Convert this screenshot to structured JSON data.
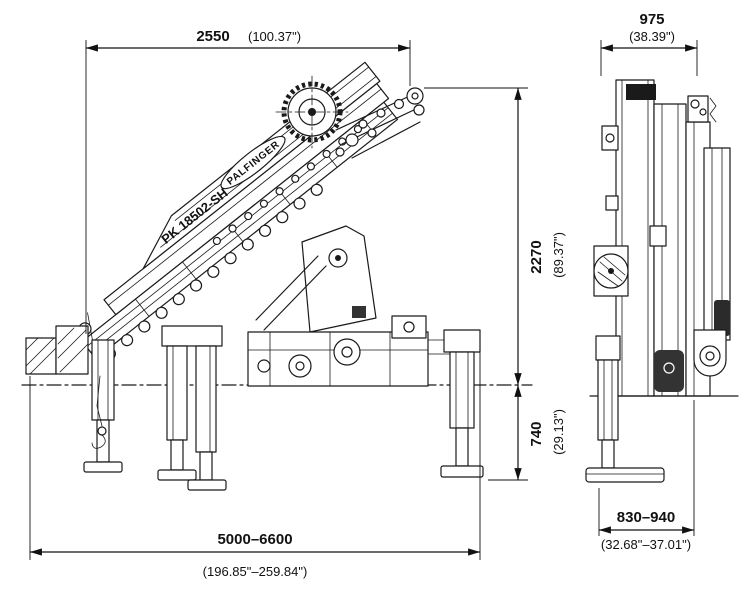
{
  "crane": {
    "model": "PK 18502-SH",
    "brand": "PALFINGER"
  },
  "dimensions": {
    "boom_top_length": {
      "mm": "2550",
      "inch": "(100.37\")"
    },
    "rear_width": {
      "mm": "975",
      "inch": "(38.39\")"
    },
    "height_folded": {
      "mm": "2270",
      "inch": "(89.37\")"
    },
    "mount_height": {
      "mm": "740",
      "inch": "(29.13\")"
    },
    "outrigger_span": {
      "mm": "5000–6600",
      "inch": "(196.85\"–259.84\")"
    },
    "base_width": {
      "mm": "830–940",
      "inch": "(32.68\"–37.01\")"
    }
  },
  "colors": {
    "line": "#1a1a1a",
    "background": "#ffffff"
  }
}
